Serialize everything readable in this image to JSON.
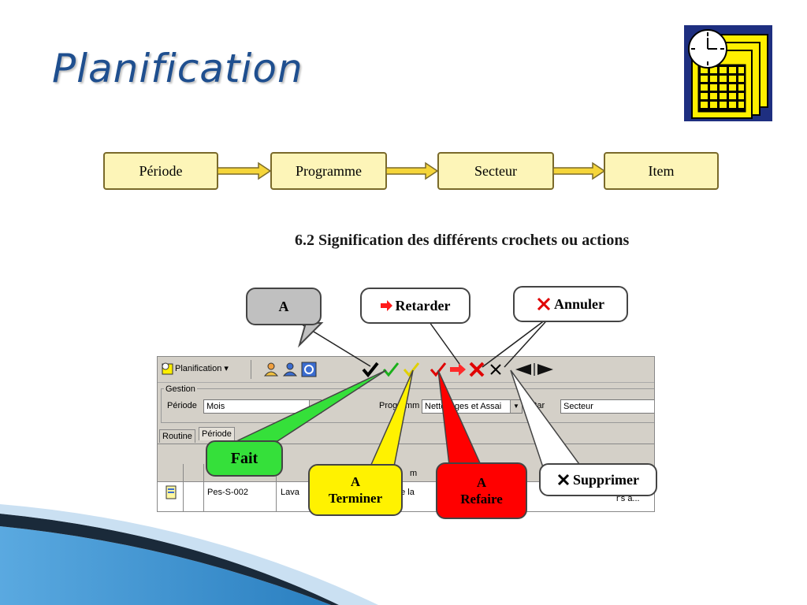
{
  "slide": {
    "title": "Planification",
    "subtitle": "6.2 Signification des différents crochets ou actions"
  },
  "flow": {
    "steps": [
      "Période",
      "Programme",
      "Secteur",
      "Item"
    ],
    "box_fill": "#fdf5b8",
    "arrow_fill": "#f5d53a"
  },
  "toolbar": {
    "menu_label": "Planification ▾",
    "icons": [
      "user-add-icon",
      "user-icon",
      "refresh-icon",
      "check-black-icon",
      "check-green-icon",
      "check-yellow-icon",
      "check-red-icon",
      "arrow-red-icon",
      "cross-red-icon",
      "cross-black-icon",
      "nav-arrows-icon"
    ]
  },
  "gestion": {
    "group_label": "Gestion",
    "periode_label": "Période",
    "periode_value": "Mois",
    "programme_label": "Programm",
    "programme_value": "Nettoyages et Assai",
    "par_label": "Par",
    "par_value": "Secteur"
  },
  "tabs": [
    "Routine",
    "Période"
  ],
  "grid": {
    "header_fragment": "m",
    "row": {
      "code": "Pes-S-002",
      "label_a": "Lava",
      "label_b": "de la",
      "tail": "r's a..."
    }
  },
  "callouts": {
    "a": "A",
    "retarder": "Retarder",
    "annuler": "Annuler",
    "fait": "Fait",
    "terminer_line1": "A",
    "terminer_line2": "Terminer",
    "refaire_line1": "A",
    "refaire_line2": "Refaire",
    "supprimer": "Supprimer"
  },
  "colors": {
    "title": "#1f4f8f",
    "fait": "#35e03a",
    "terminer": "#fff200",
    "refaire": "#ff0000",
    "grey_callout": "#c0c0c0",
    "decor_blue": "#2a7fc0"
  }
}
